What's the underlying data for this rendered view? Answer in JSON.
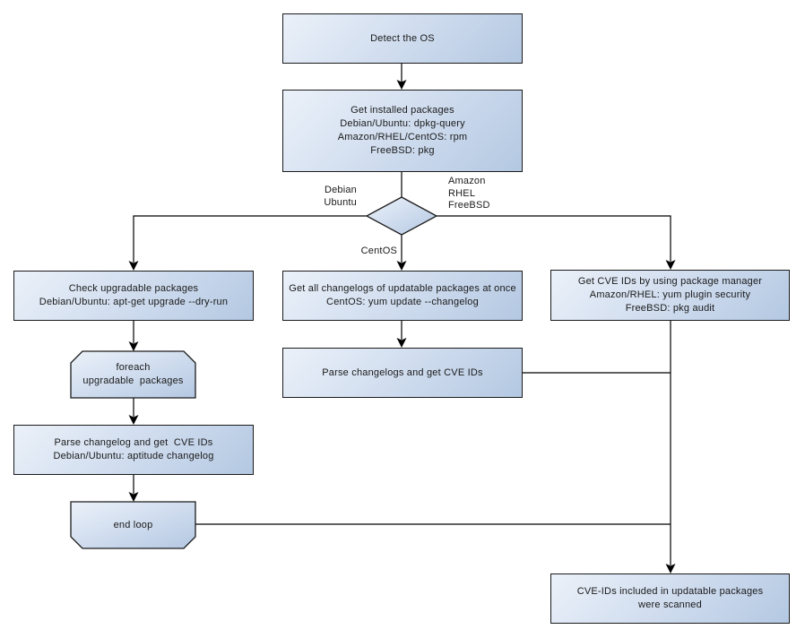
{
  "nodes": {
    "detect_os": "Detect the OS",
    "get_installed_packages": "Get installed packages\nDebian/Ubuntu: dpkg-query\nAmazon/RHEL/CentOS: rpm\nFreeBSD: pkg",
    "check_upgradable_packages": "Check upgradable packages\nDebian/Ubuntu: apt-get upgrade --dry-run",
    "get_all_changelogs": "Get all changelogs of updatable packages at once\nCentOS: yum update --changelog",
    "get_cve_ids_package_manager": "Get CVE IDs by using package manager\nAmazon/RHEL: yum plugin security\nFreeBSD: pkg audit",
    "parse_changelogs_get_cve_ids": "Parse changelogs and get CVE IDs",
    "foreach_upgradable_packages": "foreach\nupgradable  packages",
    "parse_changelog_get_cve_ids": "Parse changelog and get  CVE IDs\nDebian/Ubuntu: aptitude changelog",
    "end_loop": "end loop",
    "cve_ids_scanned": "CVE-IDs included in updatable packages\nwere scanned"
  },
  "edge_labels": {
    "debian_ubuntu": "Debian\nUbuntu",
    "amazon_rhel_freebsd": "Amazon\nRHEL\nFreeBSD",
    "centos": "CentOS"
  },
  "colors": {
    "node_gradient_start": "#ebf1f9",
    "node_gradient_end": "#b4c8e2",
    "node_border": "#1b1b1b",
    "connector": "#000000",
    "text": "#1a1a1a",
    "background": "#ffffff"
  }
}
